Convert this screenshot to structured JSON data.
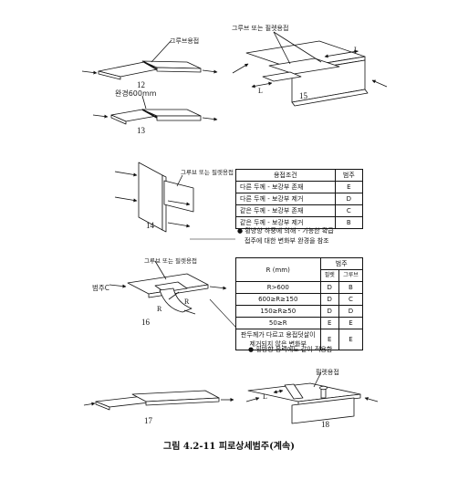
{
  "figures": {
    "f12": {
      "number": "12",
      "weld_label": "그루브용접"
    },
    "f13": {
      "number": "13",
      "slope_label": "완경600mm"
    },
    "f14": {
      "number": "14",
      "weld_label": "그루브 또는 필렛용접"
    },
    "f15": {
      "number": "15",
      "weld_label": "그루브 또는 필렛용접",
      "dim_L": "L"
    },
    "f16": {
      "number": "16",
      "weld_label": "그루브 또는 필렛용접",
      "radius_label": "범주C",
      "dim_R": "R"
    },
    "f17": {
      "number": "17"
    },
    "f18": {
      "number": "18",
      "weld_label": "필렛용접",
      "dim_L": "L"
    }
  },
  "table1": {
    "headers": [
      "용접조건",
      "범주"
    ],
    "rows": [
      [
        "다른 두께 - 보강부 존재",
        "E"
      ],
      [
        "다른 두께 - 보강부 제거",
        "D"
      ],
      [
        "같은 두께 - 보강부 존재",
        "C"
      ],
      [
        "같은 두께 - 보강부 제거",
        "B"
      ]
    ],
    "note_line1": "● 횡방향 하중에 의해 - 가능한 확급",
    "note_line2": "접주에 대한 변화부 완경을 참조"
  },
  "table2": {
    "header_r": "R (mm)",
    "header_cat": "범주",
    "sub_fillet": "필렛",
    "sub_groove": "그루브",
    "rows": [
      [
        "R>600",
        "D",
        "B"
      ],
      [
        "600≥R≥150",
        "D",
        "C"
      ],
      [
        "150≥R≥50",
        "D",
        "D"
      ],
      [
        "50≥R",
        "E",
        "E"
      ]
    ],
    "last_row": [
      "판두께가 다르고 용접덧살이",
      "제거되지 않은 변화부",
      "E",
      "E"
    ],
    "note": "● 횡방향 응력에도 같이 적용함"
  },
  "caption": "그림 4.2-11 피로상세범주(계속)"
}
